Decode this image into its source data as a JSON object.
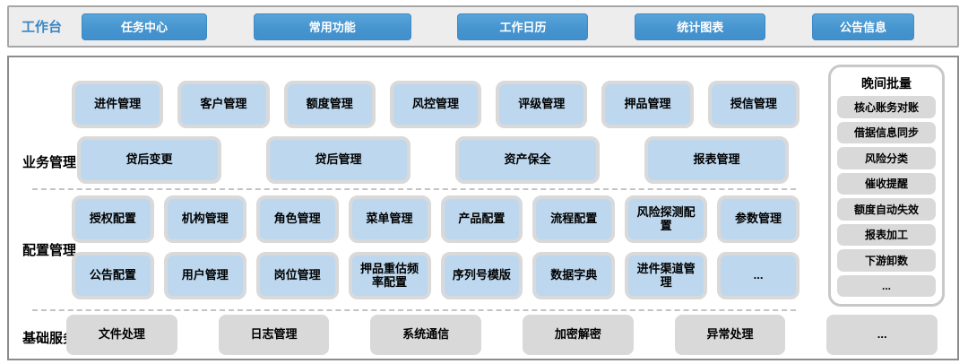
{
  "topbar": {
    "label": "工作台",
    "buttons": [
      "任务中心",
      "常用功能",
      "工作日历",
      "统计图表",
      "公告信息"
    ]
  },
  "sections": {
    "business": {
      "label": "业务管理",
      "row1": [
        "进件管理",
        "客户管理",
        "额度管理",
        "风控管理",
        "评级管理",
        "押品管理",
        "授信管理"
      ],
      "row2": [
        "贷后变更",
        "贷后管理",
        "资产保全",
        "报表管理"
      ]
    },
    "config": {
      "label": "配置管理",
      "row1": [
        "授权配置",
        "机构管理",
        "角色管理",
        "菜单管理",
        "产品配置",
        "流程配置",
        "风险探测配置",
        "参数管理"
      ],
      "row2": [
        "公告配置",
        "用户管理",
        "岗位管理",
        "押品重估频率配置",
        "序列号模版",
        "数据字典",
        "进件渠道管理",
        "..."
      ]
    },
    "base": {
      "label": "基础服务",
      "items": [
        "文件处理",
        "日志管理",
        "系统通信",
        "加密解密",
        "异常处理",
        "..."
      ]
    }
  },
  "night_batch": {
    "title": "晚间批量",
    "items": [
      "核心账务对账",
      "借据信息同步",
      "风险分类",
      "催收提醒",
      "额度自动失效",
      "报表加工",
      "下游卸数",
      "..."
    ]
  },
  "colors": {
    "accent_blue": "#4694cf",
    "module_blue_fill": "#bdd7ee",
    "module_border_gray": "#d9d9d9",
    "gray_box_fill": "#d9d9d9",
    "topbar_bg": "#ededed",
    "topbar_label_blue": "#3a87c6"
  }
}
